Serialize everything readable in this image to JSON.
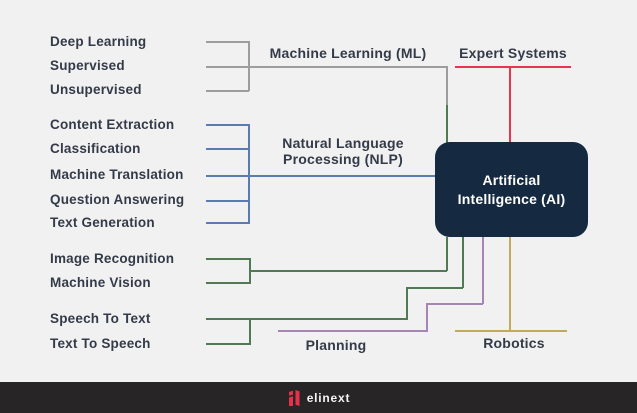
{
  "diagram": {
    "background_color": "#f2f1f1",
    "text_color": "#333b49",
    "center_node": {
      "label_line1": "Artificial",
      "label_line2": "Intelligence (AI)",
      "bg_color": "#152a40",
      "text_color": "#ffffff"
    },
    "branches": [
      {
        "name": "Machine Learning (ML)",
        "line_color": "#9d9d9d",
        "children": [
          "Deep Learning",
          "Supervised",
          "Unsupervised"
        ]
      },
      {
        "name": "Expert Systems",
        "line_color": "#e8344e",
        "children": []
      },
      {
        "name": "Natural Language Processing (NLP)",
        "name_line1": "Natural Language",
        "name_line2": "Processing (NLP)",
        "line_color": "#5b7cb0",
        "children": [
          "Content Extraction",
          "Classification",
          "Machine Translation",
          "Question Answering",
          "Text Generation"
        ]
      },
      {
        "name": "",
        "line_color": "#507a54",
        "children": [
          "Image Recognition",
          "Machine Vision"
        ]
      },
      {
        "name": "",
        "line_color": "#507a54",
        "children": [
          "Speech To Text",
          "Text To Speech"
        ]
      },
      {
        "name": "Planning",
        "line_color": "#a685b5",
        "children": []
      },
      {
        "name": "Robotics",
        "line_color": "#c2a95e",
        "children": []
      }
    ]
  },
  "footer": {
    "logo_text": "elinext",
    "logo_icon": "elinext-logo-icon",
    "bar_color": "#272525",
    "logo_accent_color": "#e8304a"
  }
}
